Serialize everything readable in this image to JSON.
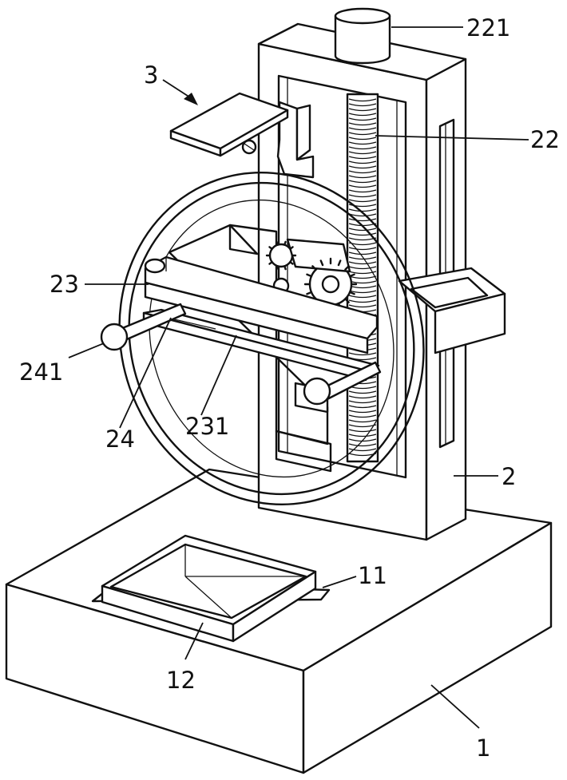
{
  "labels": {
    "l221": "221",
    "l3": "3",
    "l22": "22",
    "l23": "23",
    "l241": "241",
    "l24": "24",
    "l231": "231",
    "l2": "2",
    "l11": "11",
    "l12": "12",
    "l1": "1"
  }
}
